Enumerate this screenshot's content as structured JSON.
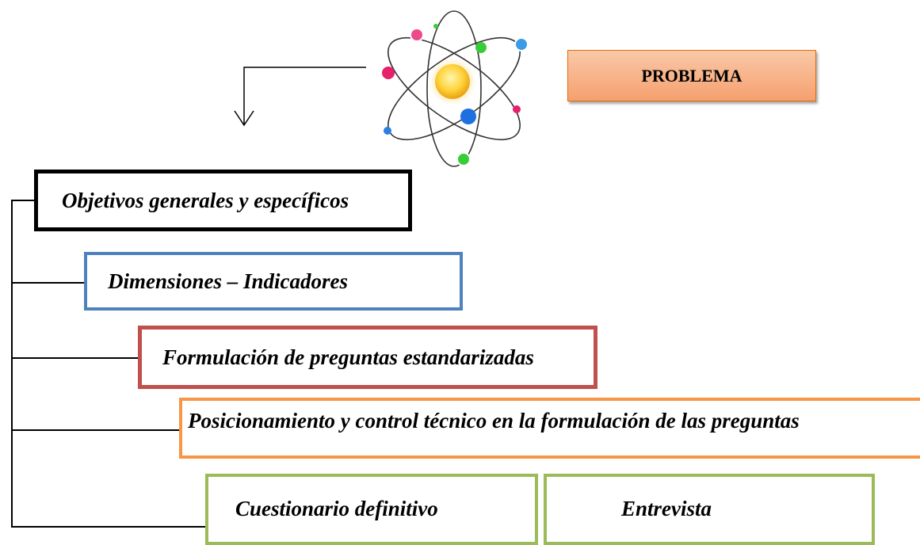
{
  "diagram": {
    "problem_label": "PROBLEMA",
    "steps": [
      {
        "label": "Objetivos generales y específicos",
        "border_color": "#000000"
      },
      {
        "label": "Dimensiones – Indicadores",
        "border_color": "#4F81BD"
      },
      {
        "label": "Formulación de preguntas estandarizadas",
        "border_color": "#C0504D"
      },
      {
        "label": "Posicionamiento y control técnico en la formulación de las preguntas",
        "border_color": "#F79646"
      },
      {
        "label": "Cuestionario definitivo",
        "border_color": "#9BBB59"
      },
      {
        "label": "Entrevista",
        "border_color": "#9BBB59"
      }
    ],
    "problem_fill_color": "#F8B48B",
    "atom_icon": "atom-icon"
  }
}
